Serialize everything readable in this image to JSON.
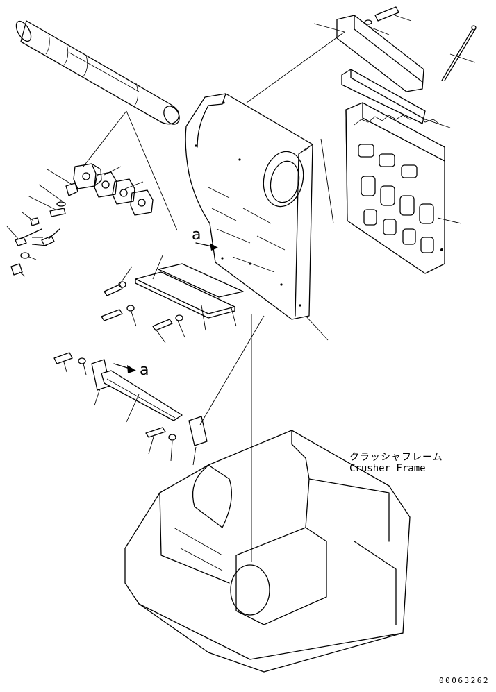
{
  "frame_label": {
    "japanese": "クラッシャフレーム",
    "english": "Crusher Frame"
  },
  "view_markers": [
    "a",
    "a"
  ],
  "drawing_number": "00063262"
}
